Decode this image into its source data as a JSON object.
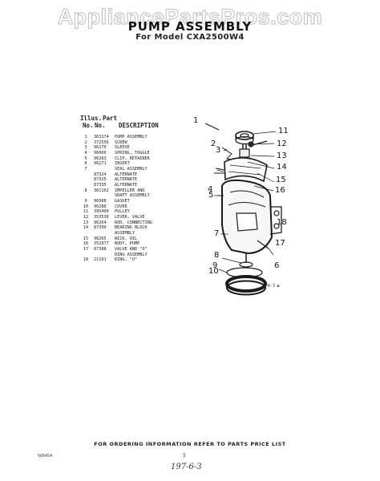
{
  "watermark": "AppliancePartsPros.com",
  "title": "PUMP ASSEMBLY",
  "subtitle": "For Model CXA2500W4",
  "table": {
    "header_illus_top": "Illus.",
    "header_part_top": "Part",
    "header_illus_bottom": "No.",
    "header_part_bottom": "No.",
    "header_description": "DESCRIPTION",
    "rows": [
      {
        "illus": "1",
        "part": "363174",
        "desc": "PUMP ASSEMBLY"
      },
      {
        "illus": "2",
        "part": "372556",
        "desc": "SCREW"
      },
      {
        "illus": "3",
        "part": "96170",
        "desc": "SLEEVE"
      },
      {
        "illus": "4",
        "part": "96066",
        "desc": "SPRING, TOGGLE"
      },
      {
        "illus": "5",
        "part": "96263",
        "desc": "CLIP, RETAINER"
      },
      {
        "illus": "6",
        "part": "96271",
        "desc": "INSERT"
      },
      {
        "illus": "7",
        "part": "",
        "desc": "SEAL ASSEMBLY"
      },
      {
        "illus": "",
        "part": "87324",
        "desc": "ALTERNATE"
      },
      {
        "illus": "",
        "part": "87325",
        "desc": "ALTERNATE"
      },
      {
        "illus": "",
        "part": "87335",
        "desc": "ALTERNATE"
      },
      {
        "illus": "8",
        "part": "361162",
        "desc": "IMPELLER AND"
      },
      {
        "illus": "",
        "part": "",
        "desc": "SHAFT ASSEMBLY"
      },
      {
        "illus": "9",
        "part": "96988",
        "desc": "GASKET"
      },
      {
        "illus": "10",
        "part": "96288",
        "desc": "COVER"
      },
      {
        "illus": "11",
        "part": "395400",
        "desc": "PULLEY"
      },
      {
        "illus": "12",
        "part": "353536",
        "desc": "LEVER, VALVE"
      },
      {
        "illus": "13",
        "part": "96264",
        "desc": "ROD, CONNECTING"
      },
      {
        "illus": "14",
        "part": "87390",
        "desc": "BEARING BLOCK"
      },
      {
        "illus": "",
        "part": "",
        "desc": "ASSEMBLY"
      },
      {
        "illus": "15",
        "part": "96265",
        "desc": "WICK, OIL"
      },
      {
        "illus": "16",
        "part": "352977",
        "desc": "BODY, PUMP"
      },
      {
        "illus": "17",
        "part": "87388",
        "desc": "VALVE AND \"O\""
      },
      {
        "illus": "",
        "part": "",
        "desc": "RING ASSEMBLY"
      },
      {
        "illus": "18",
        "part": "21101",
        "desc": "RING, \"O\""
      }
    ]
  },
  "diagram": {
    "callouts": [
      "1",
      "2",
      "3",
      "4",
      "5",
      "6",
      "7",
      "8",
      "9",
      "10",
      "11",
      "12",
      "13",
      "14",
      "15",
      "16",
      "17",
      "18"
    ],
    "figure_code": "PA-3 ▶"
  },
  "footer": {
    "order_note": "FOR ORDERING INFORMATION REFER TO PARTS PRICE LIST",
    "doc_number": "566454",
    "page_number": "5",
    "handwritten_date": "197-6-3"
  }
}
